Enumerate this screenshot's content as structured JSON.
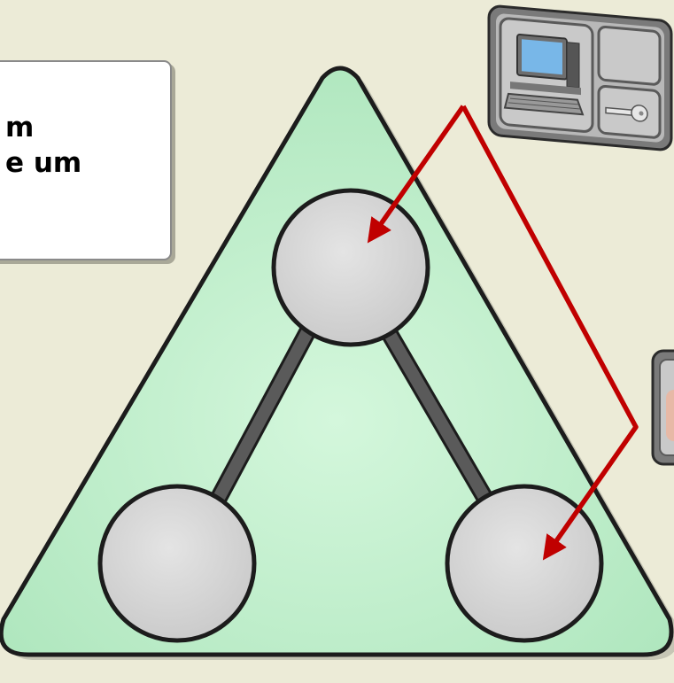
{
  "callout": {
    "lines": [
      "m",
      "e um"
    ]
  },
  "diagram": {
    "nodes": [
      "top",
      "bottom-left",
      "bottom-right"
    ],
    "edges": [
      [
        "top",
        "bottom-left"
      ],
      [
        "top",
        "bottom-right"
      ]
    ],
    "icons": [
      "computer-terminal-key-icon",
      "partial-device-icon"
    ],
    "arrows": [
      "arrow-to-top-node",
      "arrow-to-bottom-right-node"
    ]
  },
  "colors": {
    "background": "#ecebd7",
    "triangle_fill": "#c6f2d2",
    "node_fill": "#d7d7d7",
    "edge": "#555555",
    "arrow": "#c00000",
    "outline": "#1c1c1c"
  }
}
